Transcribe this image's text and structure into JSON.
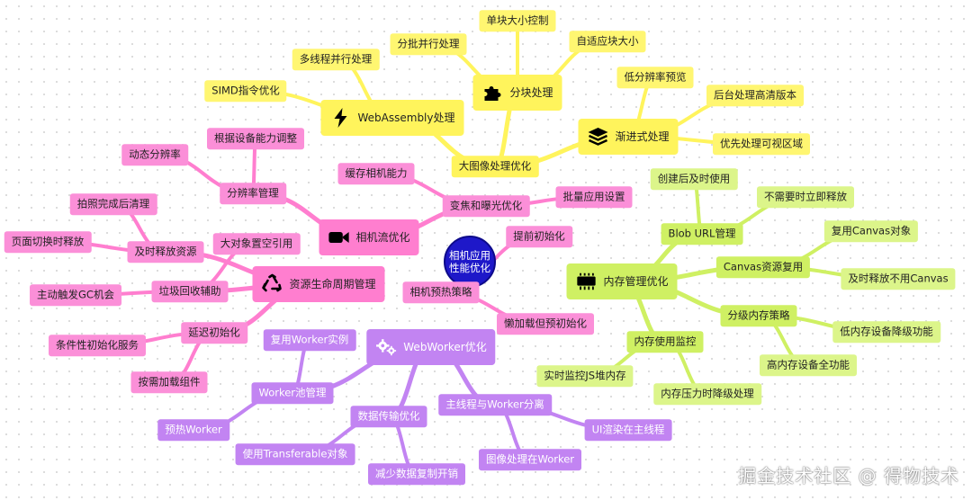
{
  "center": {
    "line1": "相机应用",
    "line2": "性能优化"
  },
  "branches": {
    "big_image": {
      "label": "大图像处理优化",
      "wasm": {
        "label": "WebAssembly处理",
        "icon": "lightning-bolt-icon",
        "children": [
          "多线程并行处理",
          "SIMD指令优化"
        ]
      },
      "tiling": {
        "label": "分块处理",
        "icon": "puzzle-piece-icon",
        "children": [
          "分批并行处理",
          "单块大小控制",
          "自适应块大小"
        ]
      },
      "progressive": {
        "label": "渐进式处理",
        "icon": "layers-stack-icon",
        "children": [
          "低分辨率预览",
          "后台处理高清版本",
          "优先处理可视区域"
        ]
      }
    },
    "camera_stream": {
      "label": "相机流优化",
      "icon": "video-camera-icon",
      "resolution": {
        "label": "分辨率管理",
        "children": [
          "根据设备能力调整",
          "动态分辨率"
        ]
      },
      "zoom": {
        "label": "变焦和曝光优化",
        "children": [
          "缓存相机能力",
          "批量应用设置"
        ]
      }
    },
    "lifecycle": {
      "label": "资源生命周期管理",
      "icon": "recycle-icon",
      "release": {
        "label": "及时释放资源",
        "children": [
          "拍照完成后清理",
          "页面切换时释放"
        ]
      },
      "gc": {
        "label": "垃圾回收辅助",
        "children": [
          "大对象置空引用",
          "主动触发GC机会"
        ]
      },
      "lazy": {
        "label": "延迟初始化",
        "children": [
          "条件性初始化服务",
          "按需加载组件"
        ]
      }
    },
    "memory": {
      "label": "内存管理优化",
      "icon": "memory-chip-icon",
      "blob": {
        "label": "Blob URL管理",
        "children": [
          "创建后及时使用",
          "不需要时立即释放"
        ]
      },
      "canvas": {
        "label": "Canvas资源复用",
        "children": [
          "复用Canvas对象",
          "及时释放不用Canvas"
        ]
      },
      "tiered": {
        "label": "分级内存策略",
        "children": [
          "低内存设备降级功能",
          "高内存设备全功能"
        ]
      },
      "monitor": {
        "label": "内存使用监控",
        "children": [
          "实时监控JS堆内存",
          "内存压力时降级处理"
        ]
      }
    },
    "prewarm": {
      "label": "相机预热策略",
      "children": [
        "提前初始化",
        "懒加载但预初始化"
      ]
    },
    "webworker": {
      "label": "WebWorker优化",
      "icon": "gears-icon",
      "pool": {
        "label": "Worker池管理",
        "children": [
          "复用Worker实例",
          "预热Worker"
        ]
      },
      "transfer": {
        "label": "数据传输优化",
        "children": [
          "使用Transferable对象",
          "减少数据复制开销"
        ]
      },
      "split": {
        "label": "主线程与Worker分离",
        "children": [
          "UI渲染在主线程",
          "图像处理在Worker"
        ]
      }
    }
  },
  "colors": {
    "yellow": "#fff45c",
    "green": "#cff063",
    "magenta": "#ff7ecf",
    "purple": "#c284f2",
    "center": "#1e18c9"
  },
  "watermark": "掘金技术社区 @ 得物技术"
}
